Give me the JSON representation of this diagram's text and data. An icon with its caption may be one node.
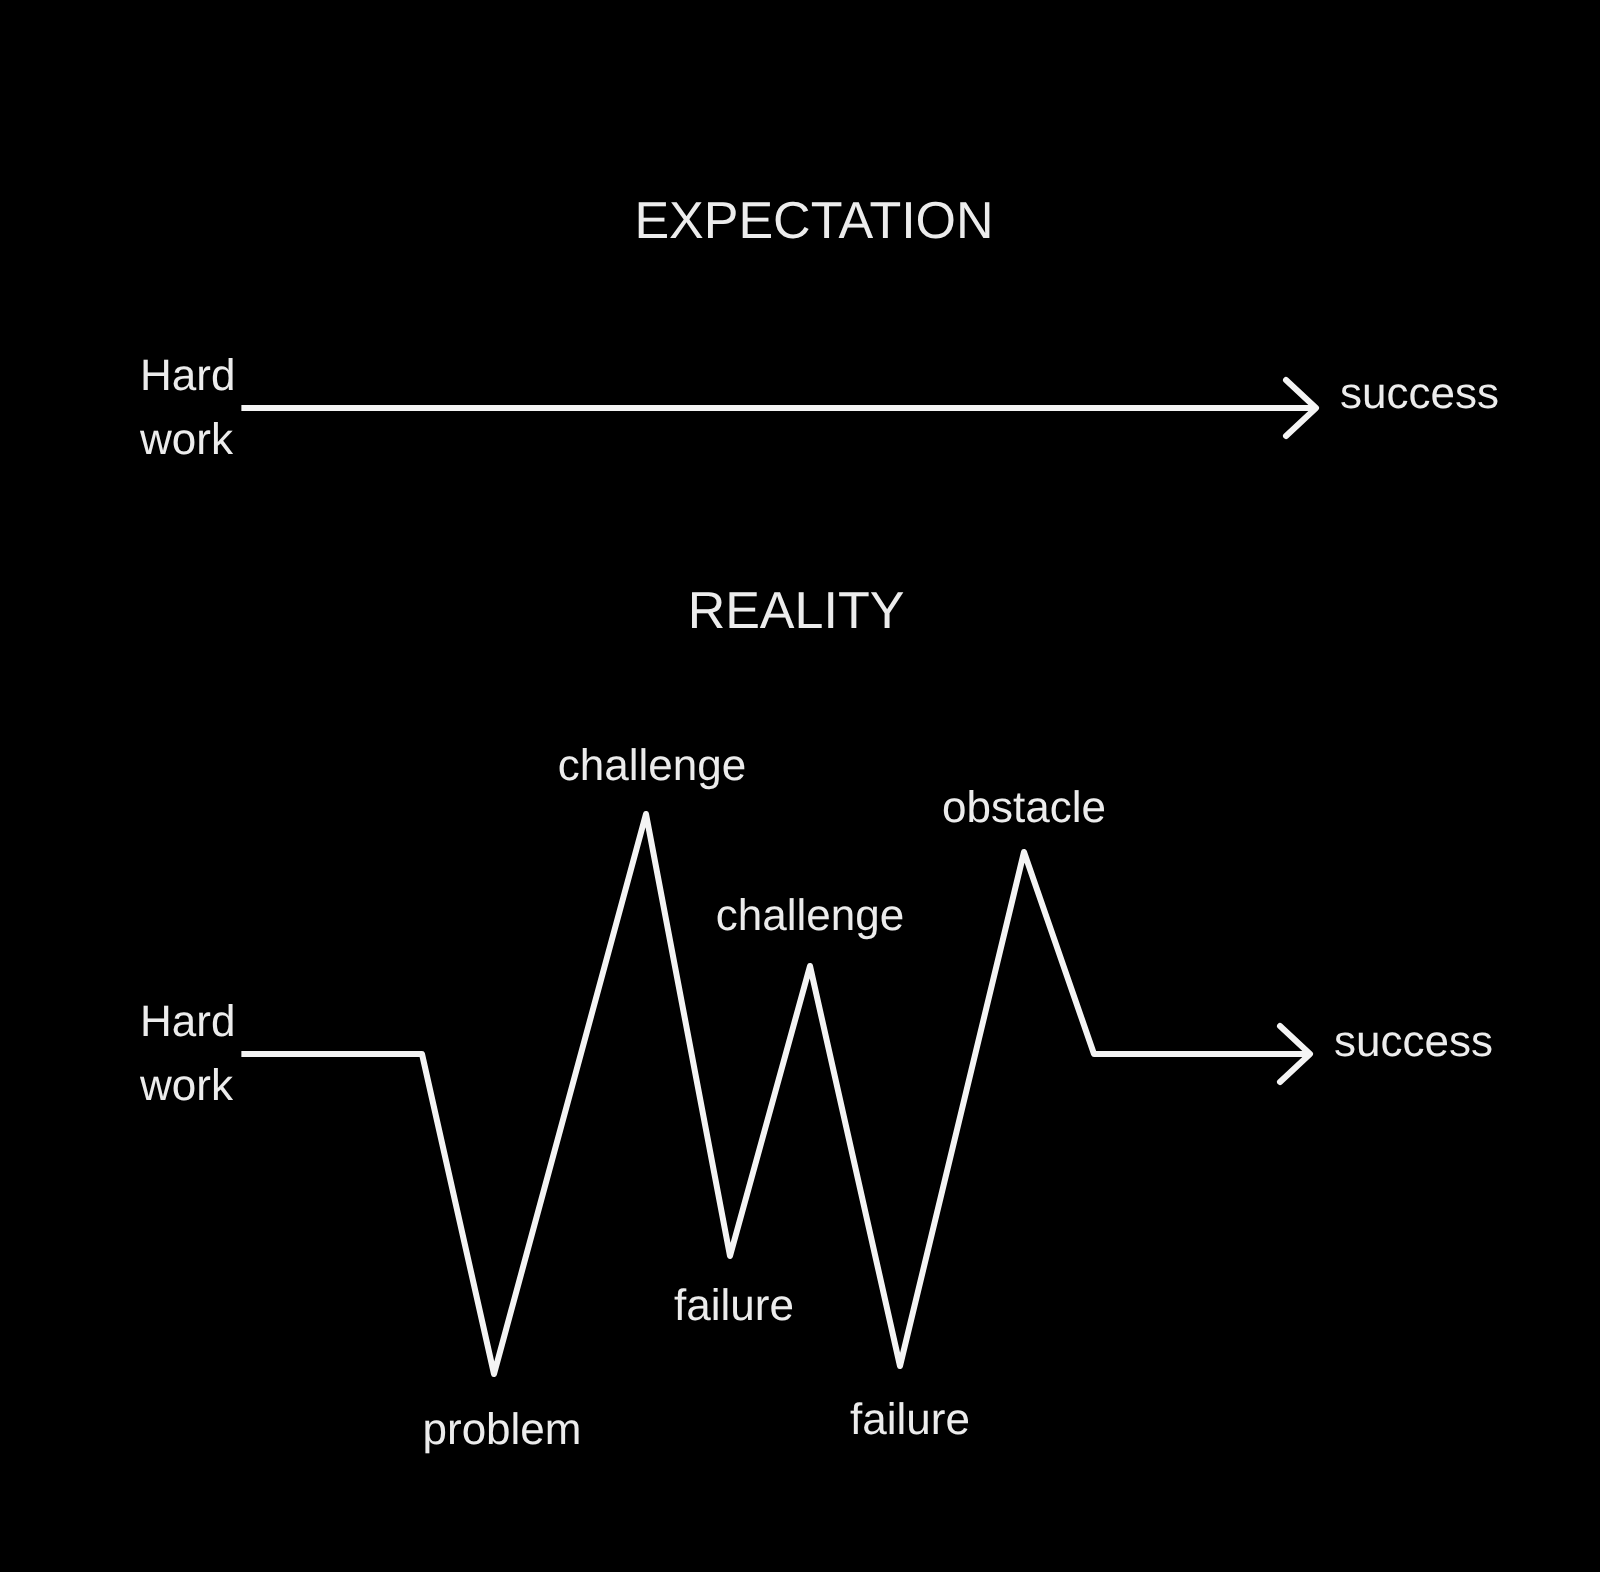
{
  "diagram": {
    "nodes": [
      {
        "text": [
          "Hard work"
        ]
      },
      {
        "text": [
          "success"
        ]
      },
      {
        "text": [
          "Hard work"
        ]
      },
      {
        "text": [
          "success"
        ]
      }
    ],
    "edges": [
      {
        "from": 0,
        "to": 1,
        "arrow": "to"
      },
      {
        "from": 2,
        "to": 3,
        "arrow": "to"
      }
    ],
    "labels": [
      "EXPECTATION",
      "REALITY",
      "challenge",
      "obstacle",
      "challenge",
      "failure",
      "problem",
      "failure"
    ]
  }
}
